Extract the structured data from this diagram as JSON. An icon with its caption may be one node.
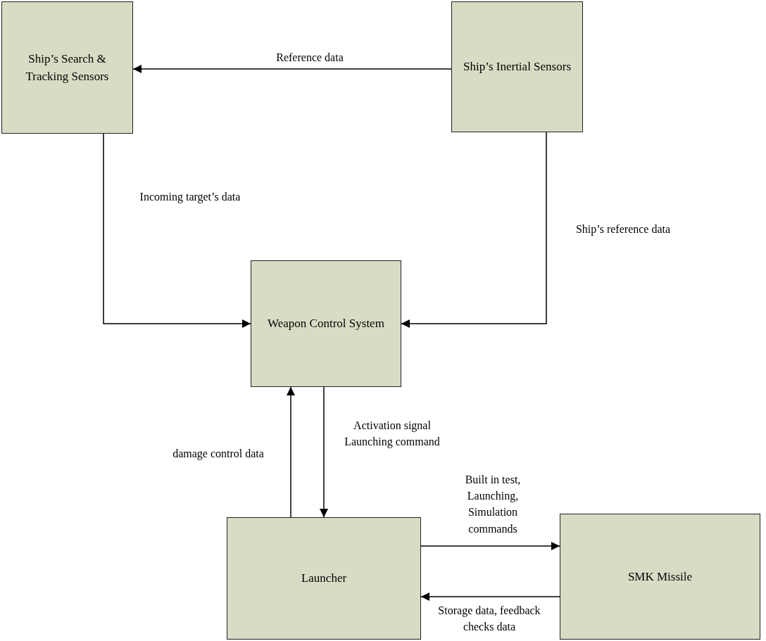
{
  "diagram": {
    "nodes": [
      {
        "text": [
          "Ship’s Search & Tracking Sensors"
        ]
      },
      {
        "text": [
          "Ship’s Inertial Sensors"
        ]
      },
      {
        "text": [
          "Weapon Control System"
        ]
      },
      {
        "text": [
          "Launcher"
        ]
      },
      {
        "text": [
          "SMK Missile"
        ]
      }
    ],
    "edges": [
      {
        "from": 1,
        "to": 0,
        "arrow": "to",
        "label": "Reference data"
      },
      {
        "from": 0,
        "to": 2,
        "arrow": "to",
        "label": "Incoming target’s data"
      },
      {
        "from": 1,
        "to": 2,
        "arrow": "to",
        "label": "Ship’s reference data"
      },
      {
        "from": 3,
        "to": 2,
        "arrow": "to",
        "label": "damage control data"
      },
      {
        "from": 2,
        "to": 3,
        "arrow": "to",
        "label": "Activation signal Launching command"
      },
      {
        "from": 3,
        "to": 4,
        "arrow": "to",
        "label": "Built in test, Launching, Simulation commands"
      },
      {
        "from": 4,
        "to": 3,
        "arrow": "to",
        "label": "Storage data, feedback checks data"
      }
    ]
  }
}
